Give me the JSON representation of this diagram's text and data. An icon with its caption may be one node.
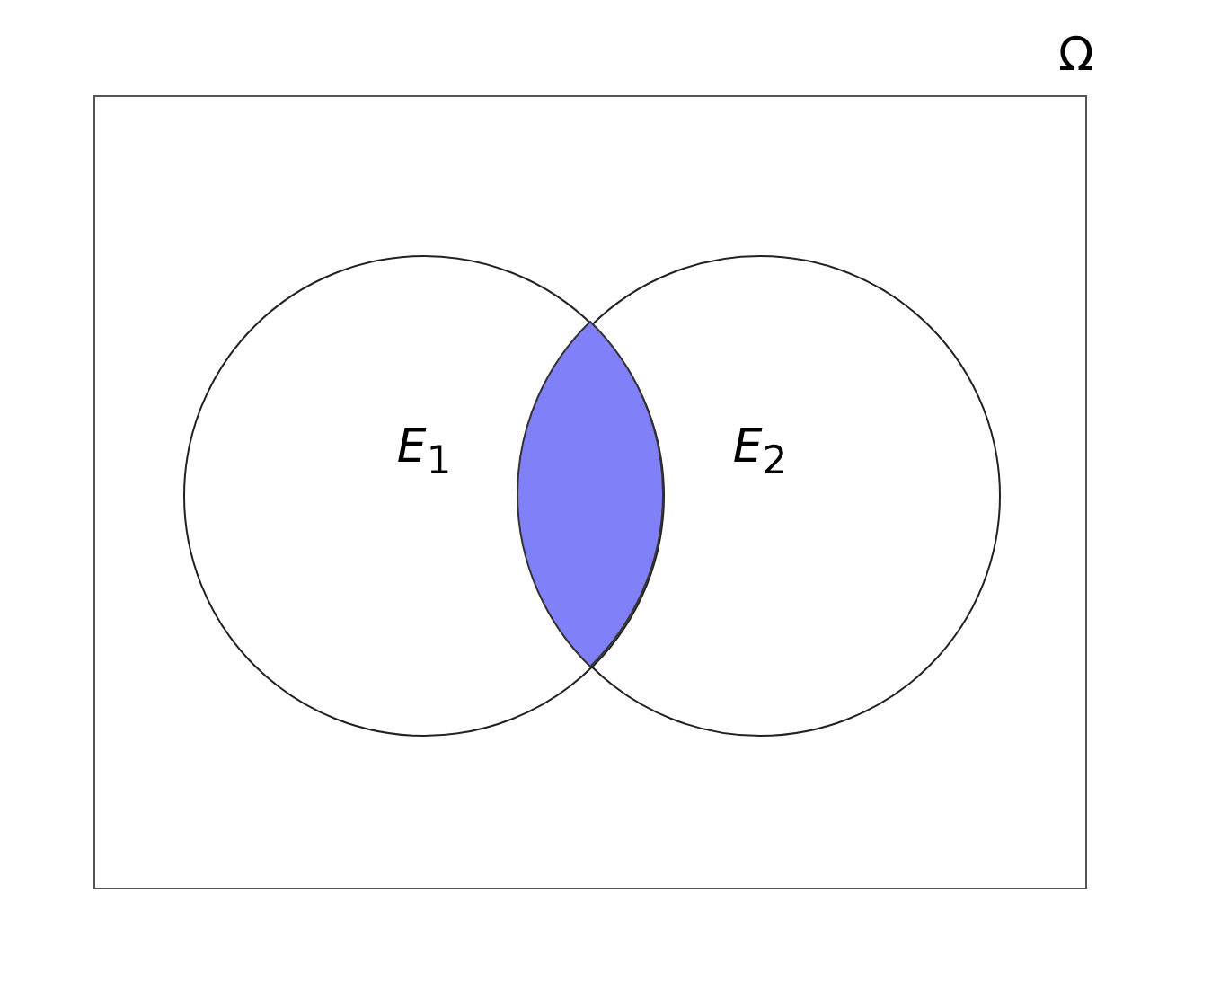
{
  "diagram": {
    "nodes": [
      {
        "text": [
          "Ω"
        ]
      },
      {
        "text": [
          "*E*$_{1}$"
        ],
        "in": 0
      },
      {
        "text": [],
        "shape": "lens"
      },
      {
        "text": [
          "*E*$_{2}$"
        ],
        "in": 0
      }
    ],
    "edges": []
  }
}
